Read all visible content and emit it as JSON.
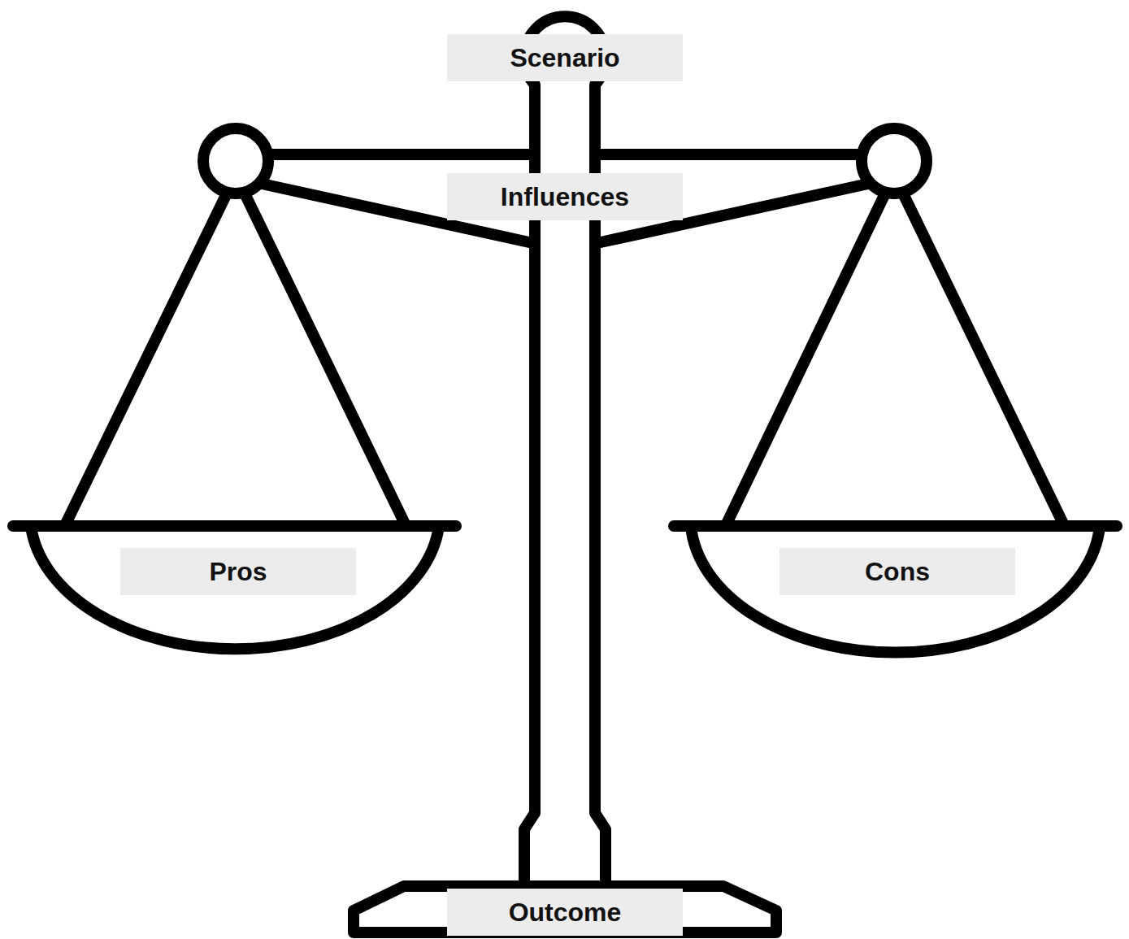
{
  "diagram": {
    "nodes": [
      {
        "text": [
          "Scenario"
        ]
      },
      {
        "text": [
          "Influences"
        ]
      },
      {
        "text": [
          "Pros"
        ]
      },
      {
        "text": [
          "Cons"
        ]
      },
      {
        "text": [
          "Outcome"
        ]
      }
    ]
  }
}
